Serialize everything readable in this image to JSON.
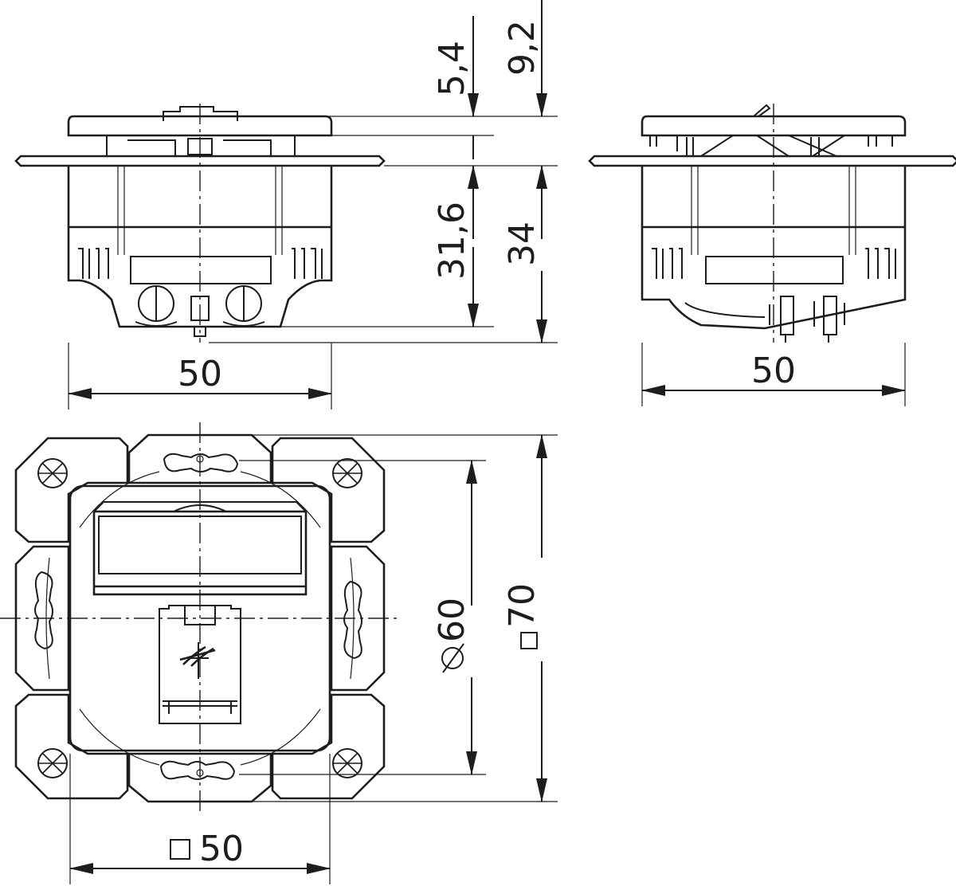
{
  "dimensions": {
    "faceplate_depth": "5,4",
    "total_front_depth": "9,2",
    "body_depth": "31,6",
    "total_body_depth": "34",
    "front_view_width": "50",
    "side_view_width": "50",
    "diameter": "60",
    "frame_size": "70",
    "plate_size": "50"
  },
  "colors": {
    "line": "#1d1d1b",
    "background": "#ffffff"
  }
}
